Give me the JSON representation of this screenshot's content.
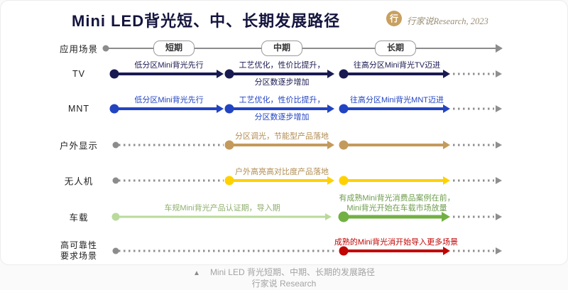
{
  "title": "Mini LED背光短、中、长期发展路径",
  "logo": {
    "icon": "行",
    "text": "行家说Research, 2023"
  },
  "timeline": {
    "label": "应用场景",
    "phases": [
      {
        "label": "短期"
      },
      {
        "label": "中期"
      },
      {
        "label": "长期"
      }
    ]
  },
  "rows": {
    "tv": {
      "label": "TV",
      "seg1": "低分区Mini背光先行",
      "seg2_top": "工艺优化，性价比提升，",
      "seg2_bottom": "分区数逐步增加",
      "seg3": "往高分区Mini背光TV迈进"
    },
    "mnt": {
      "label": "MNT",
      "seg1": "低分区Mini背光先行",
      "seg2_top": "工艺优化，性价比提升，",
      "seg2_bottom": "分区数逐步增加",
      "seg3": "往高分区Mini背光MNT迈进"
    },
    "outdoor": {
      "label": "户外显示",
      "seg1": "分区调光，节能型产品落地"
    },
    "drone": {
      "label": "无人机",
      "seg1": "户外高亮高对比度产品落地"
    },
    "automotive": {
      "label": "车载",
      "seg1": "车规Mini背光产品认证期，导入期",
      "seg2_top": "有成熟Mini背光消费品案例在前，",
      "seg2_bottom": "Mini背光开始在车载市场放量"
    },
    "high_reliability": {
      "label_line1": "高可靠性",
      "label_line2": "要求场景",
      "seg1": "成熟的Mini背光消开始导入更多场景"
    }
  },
  "caption": {
    "marker": "▲",
    "line1": "Mini LED 背光短期、中期、长期的发展路径",
    "line2": "行家说 Research"
  },
  "colors": {
    "tv_navy": "#1a1a52",
    "mnt_blue": "#2244c2",
    "outdoor_tan": "#c49a5c",
    "drone_yellow": "#ffd100",
    "automotive_light_green": "#b9da9b",
    "automotive_green": "#72b043",
    "high_reliability_red": "#c00504",
    "timeline_gray": "#8c8c8c",
    "logo_gold": "#c8a05f",
    "title_navy": "#14143e"
  }
}
